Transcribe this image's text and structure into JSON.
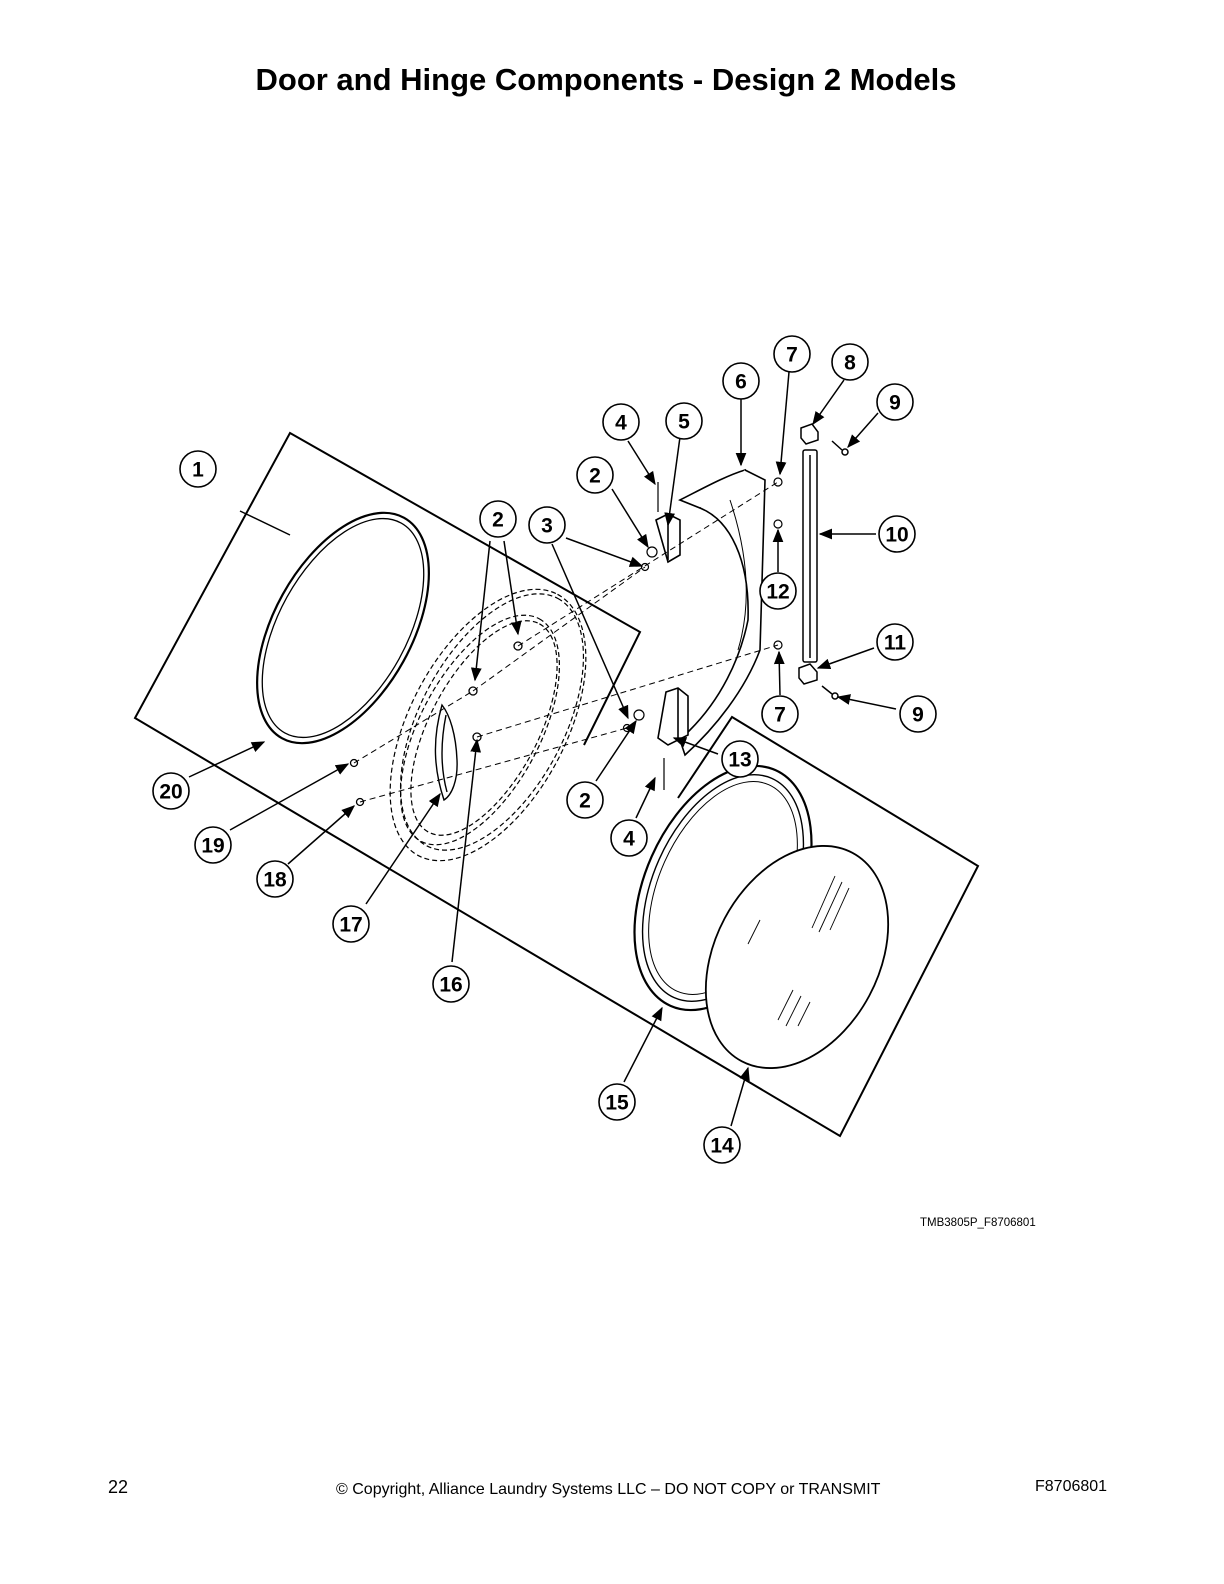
{
  "page": {
    "title": "Door and Hinge Components - Design 2 Models",
    "drawing_id": "TMB3805P_F8706801",
    "page_number": "22",
    "copyright": "© Copyright, Alliance Laundry Systems LLC – DO NOT COPY or TRANSMIT",
    "doc_number": "F8706801"
  },
  "callouts": [
    "1",
    "2",
    "3",
    "4",
    "5",
    "6",
    "7",
    "8",
    "9",
    "10",
    "11",
    "12",
    "13",
    "14",
    "15",
    "16",
    "17",
    "18",
    "19",
    "20"
  ]
}
